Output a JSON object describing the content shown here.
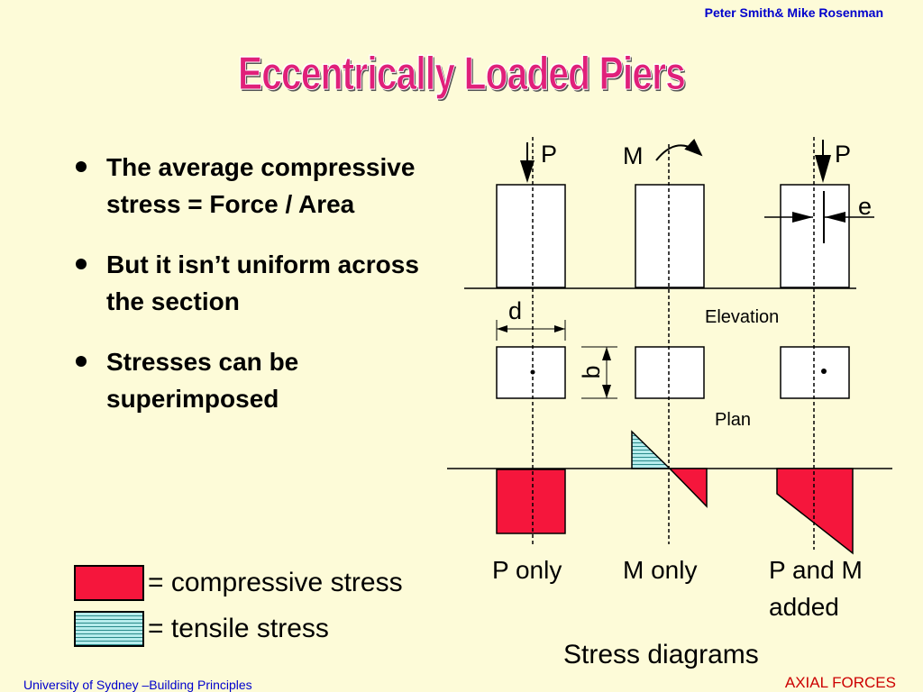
{
  "header": {
    "authors": "Peter Smith& Mike Rosenman",
    "title": "Eccentrically Loaded Piers"
  },
  "bullets": [
    "The average compressive stress = Force / Area",
    "But it isn’t uniform across the section",
    "Stresses can be superimposed"
  ],
  "legend": {
    "compressive": {
      "label": "= compressive stress",
      "color": "#f5163c"
    },
    "tensile": {
      "label": "= tensile stress",
      "color": "#b6ecec"
    }
  },
  "diagram": {
    "labels": {
      "p_left": "P",
      "m": "M",
      "p_right": "P",
      "e": "e",
      "d": "d",
      "b": "b",
      "elevation": "Elevation",
      "plan": "Plan",
      "p_only": "P only",
      "m_only": "M only",
      "pm_added_line1": "P and M",
      "pm_added_line2": "added",
      "stress_diagrams": "Stress diagrams"
    }
  },
  "footer": {
    "left": "University of Sydney –Building Principles",
    "right": "AXIAL FORCES"
  }
}
